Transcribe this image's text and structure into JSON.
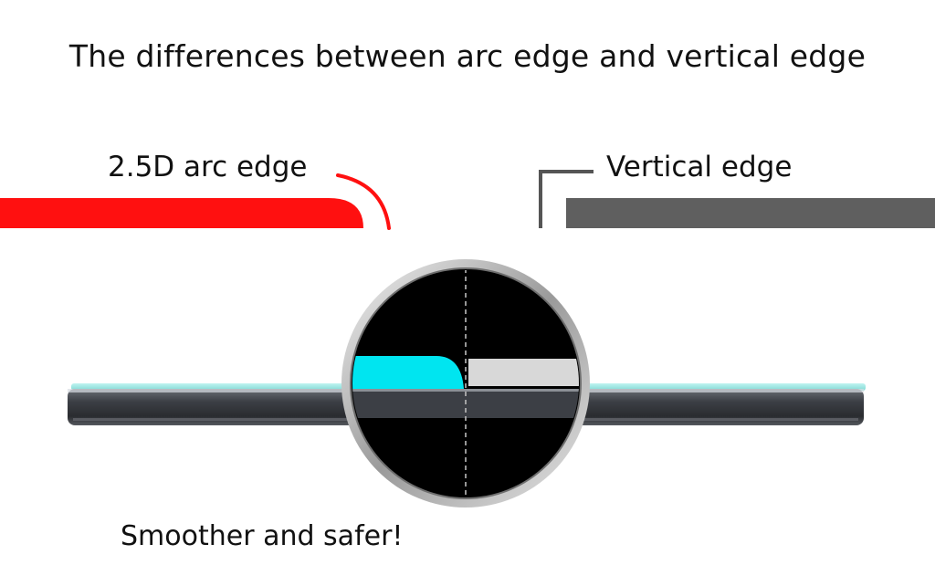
{
  "title": "The differences between arc edge and vertical edge",
  "arc_label": "2.5D arc edge",
  "vertical_label": "Vertical edge",
  "caption": "Smoother and safer!",
  "colors": {
    "arc_glass": "#ff1010",
    "vertical_glass": "#5f5f5f",
    "zoom_arc": "#00e5f0",
    "zoom_vertical": "#d8d8d8",
    "phone_body": "#3c3f45",
    "lens_ring": "#c9c9c9",
    "lens_background": "#000000"
  }
}
